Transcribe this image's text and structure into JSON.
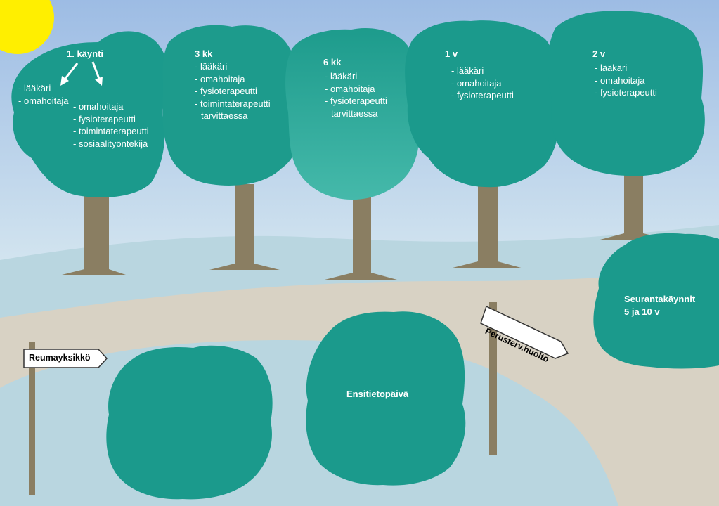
{
  "colors": {
    "sky_top": "#9dbce4",
    "sky_bottom": "#d0e4f0",
    "ground": "#b9d6e0",
    "path": "#d8d2c4",
    "canopy": "#1b9a8c",
    "canopy_light": "#3bb5a6",
    "trunk": "#8a7e62",
    "sun": "#ffef00"
  },
  "trees": [
    {
      "title": "1. käynti",
      "left_items": [
        "- lääkäri",
        "- omahoitaja"
      ],
      "right_items": [
        "- omahoitaja",
        "- fysioterapeutti",
        "- toimintaterapeutti",
        "- sosiaalityöntekijä"
      ]
    },
    {
      "title": "3 kk",
      "items": [
        "- lääkäri",
        "- omahoitaja",
        "- fysioterapeutti",
        "- toimintaterapeutti",
        "tarvittaessa"
      ]
    },
    {
      "title": "6 kk",
      "items": [
        "- lääkäri",
        "- omahoitaja",
        "- fysioterapeutti",
        "tarvittaessa"
      ]
    },
    {
      "title": "1 v",
      "items": [
        "- lääkäri",
        "- omahoitaja",
        "- fysioterapeutti"
      ]
    },
    {
      "title": "2 v",
      "items": [
        "- lääkäri",
        "- omahoitaja",
        "- fysioterapeutti"
      ]
    }
  ],
  "bushes": {
    "ensitieto": "Ensitietopäivä",
    "seuranta_line1": "Seurantakäynnit",
    "seuranta_line2": "5 ja 10 v"
  },
  "signs": {
    "reuma": "Reumayksikkö",
    "perus": "Perusterv.huolto"
  },
  "icons": [
    "sun-icon",
    "arrow-down-icon",
    "signpost-icon"
  ]
}
